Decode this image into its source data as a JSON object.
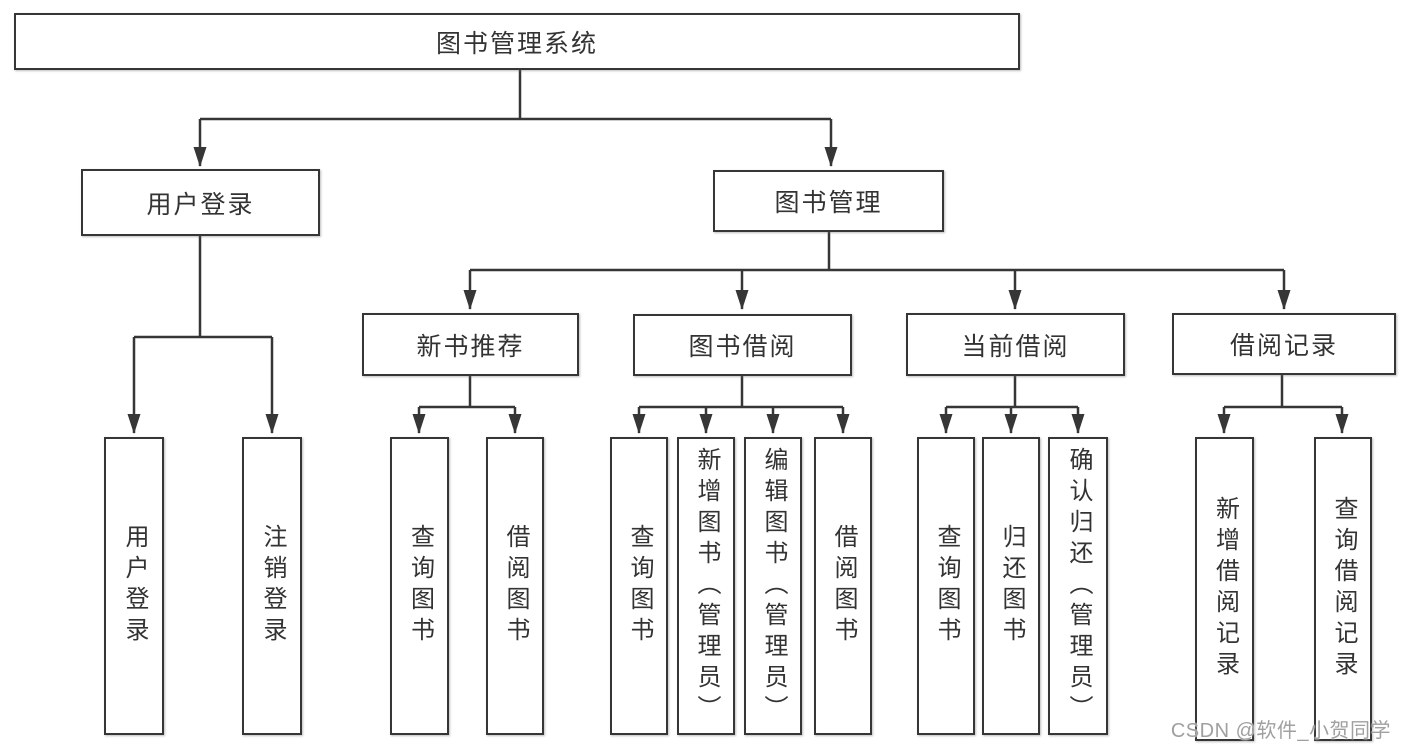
{
  "diagram": {
    "root": {
      "label": "图书管理系统"
    },
    "branches": [
      {
        "label": "用户登录",
        "children": [
          {
            "label": "用户登录"
          },
          {
            "label": "注销登录"
          }
        ]
      },
      {
        "label": "图书管理",
        "children": [
          {
            "label": "新书推荐",
            "children": [
              {
                "label": "查询图书"
              },
              {
                "label": "借阅图书"
              }
            ]
          },
          {
            "label": "图书借阅",
            "children": [
              {
                "label": "查询图书"
              },
              {
                "label": "新增图书（管理员）"
              },
              {
                "label": "编辑图书（管理员）"
              },
              {
                "label": "借阅图书"
              }
            ]
          },
          {
            "label": "当前借阅",
            "children": [
              {
                "label": "查询图书"
              },
              {
                "label": "归还图书"
              },
              {
                "label": "确认归还（管理员）"
              }
            ]
          },
          {
            "label": "借阅记录",
            "children": [
              {
                "label": "新增借阅记录"
              },
              {
                "label": "查询借阅记录"
              }
            ]
          }
        ]
      }
    ]
  },
  "watermark": {
    "text": "CSDN @软件_小贺同学"
  },
  "colors": {
    "line": "#363636",
    "box_border": "#363636",
    "box_fill": "#ffffff",
    "text": "#333333",
    "background": "#ffffff",
    "watermark": "#a0a0a0"
  }
}
